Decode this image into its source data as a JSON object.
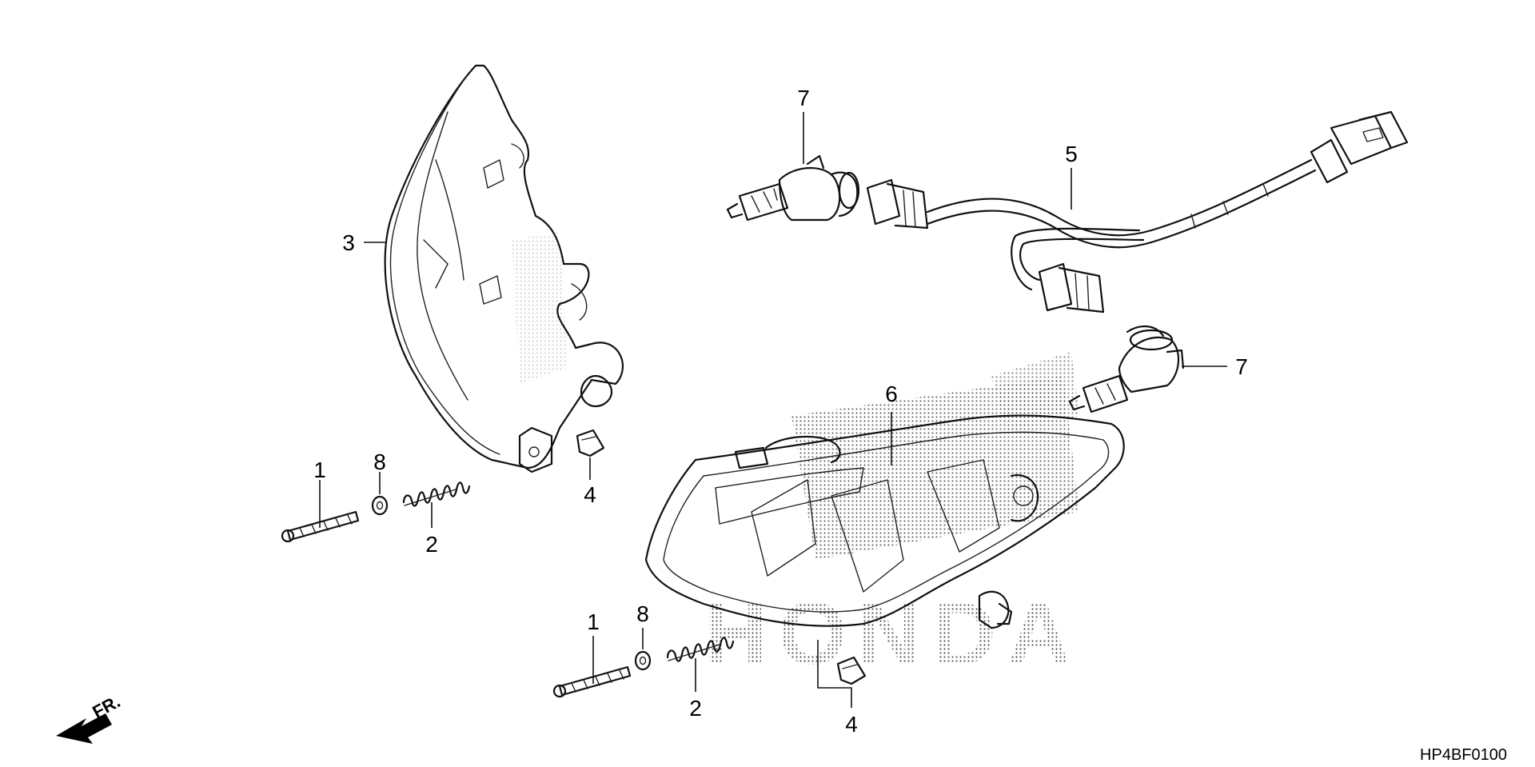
{
  "diagram": {
    "callouts": [
      {
        "id": "c1a",
        "label": "1"
      },
      {
        "id": "c8a",
        "label": "8"
      },
      {
        "id": "c2a",
        "label": "2"
      },
      {
        "id": "c3",
        "label": "3"
      },
      {
        "id": "c4a",
        "label": "4"
      },
      {
        "id": "c7a",
        "label": "7"
      },
      {
        "id": "c5",
        "label": "5"
      },
      {
        "id": "c7b",
        "label": "7"
      },
      {
        "id": "c6",
        "label": "6"
      },
      {
        "id": "c1b",
        "label": "1"
      },
      {
        "id": "c8b",
        "label": "8"
      },
      {
        "id": "c2b",
        "label": "2"
      },
      {
        "id": "c4b",
        "label": "4"
      }
    ],
    "direction_label": "FR.",
    "diagram_code": "HP4BF0100",
    "watermark_text": "HONDA"
  }
}
